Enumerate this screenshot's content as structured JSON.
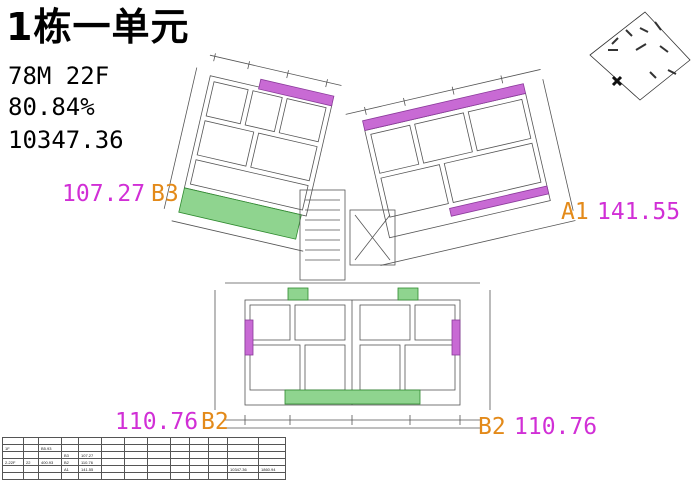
{
  "header": {
    "title": "1栋一单元",
    "stat_1": "78M  22F",
    "stat_2": "80.84%",
    "stat_3": "10347.36"
  },
  "units": {
    "b3_area": "107.27",
    "b3_code": "B3",
    "a1_code": "A1",
    "a1_area": "141.55",
    "b2_left_area": "110.76",
    "b2_left_code": "B2",
    "b2_right_code": "B2",
    "b2_right_area": "110.76"
  },
  "colors": {
    "area_label": "#d12fd6",
    "code_label": "#e38a1a",
    "balcony_green": "#8fd48f",
    "bay_window_magenta": "#c86ad4",
    "linework": "#555555"
  },
  "table": {
    "rows": [
      [
        "",
        "",
        "",
        "",
        "",
        "",
        "",
        "",
        "",
        "",
        "",
        "",
        ""
      ],
      [
        "1F",
        "",
        "B5.93",
        "",
        "",
        "",
        "",
        "",
        "",
        "",
        "",
        "",
        ""
      ],
      [
        "",
        "",
        "",
        "B3",
        "107.27",
        "",
        "",
        "",
        "",
        "",
        "",
        "",
        ""
      ],
      [
        "2-22F",
        "22",
        "400.93",
        "B2",
        "110.76",
        "",
        "",
        "",
        "",
        "",
        "",
        "",
        ""
      ],
      [
        "",
        "",
        "",
        "A1",
        "141.55",
        "",
        "",
        "",
        "",
        "",
        "",
        "10347.36",
        "1860.94"
      ],
      [
        "",
        "",
        "",
        "",
        "",
        "",
        "",
        "",
        "",
        "",
        "",
        "",
        ""
      ]
    ]
  }
}
